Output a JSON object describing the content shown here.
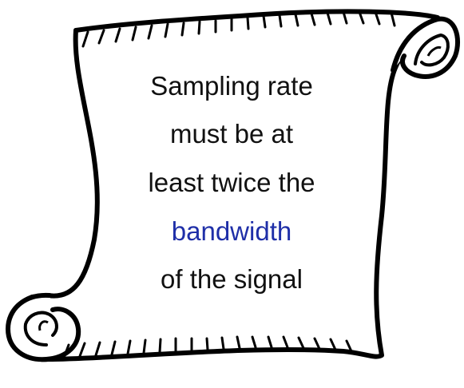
{
  "scroll": {
    "lines": [
      {
        "text": "Sampling rate"
      },
      {
        "text": "must be at"
      },
      {
        "text": "least twice the"
      },
      {
        "text": "bandwidth",
        "highlight": true
      },
      {
        "text": "of the signal"
      }
    ]
  },
  "colors": {
    "text": "#111111",
    "highlight": "#1f2fa8",
    "outline": "#000000",
    "paper": "#ffffff"
  }
}
